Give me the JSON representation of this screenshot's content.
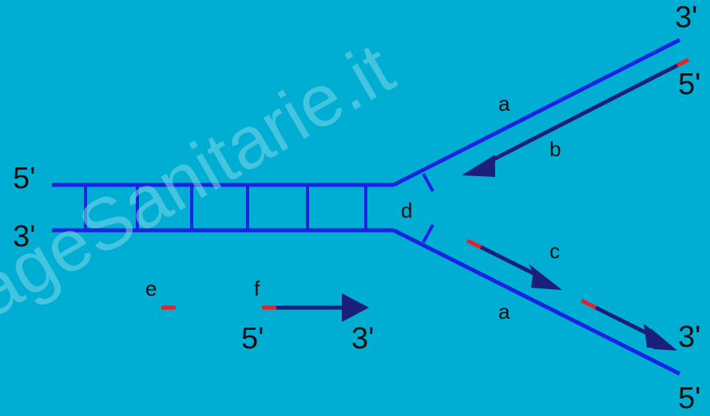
{
  "colors": {
    "background": "#00aed3",
    "template_strand": "#1a24e0",
    "new_strand": "#1a1f7a",
    "primer": "#e8202a",
    "label_text": "#111111",
    "watermark": "#7fd6ea"
  },
  "watermark": "ageSanitarie.it",
  "labels": {
    "left_top": "5'",
    "left_bottom": "3'",
    "top_right_strand_end": "3'",
    "top_right_new_strand_end": "5'",
    "bottom_right_new_strand_end": "3'",
    "bottom_right_strand_end": "5'",
    "leading_strand": "b",
    "okazaki": "c",
    "helicase": "d",
    "primer": "e",
    "new_fragment": "f",
    "template_top": "a",
    "template_bottom": "a",
    "legend_5prime": "5'",
    "legend_3prime": "3'"
  }
}
